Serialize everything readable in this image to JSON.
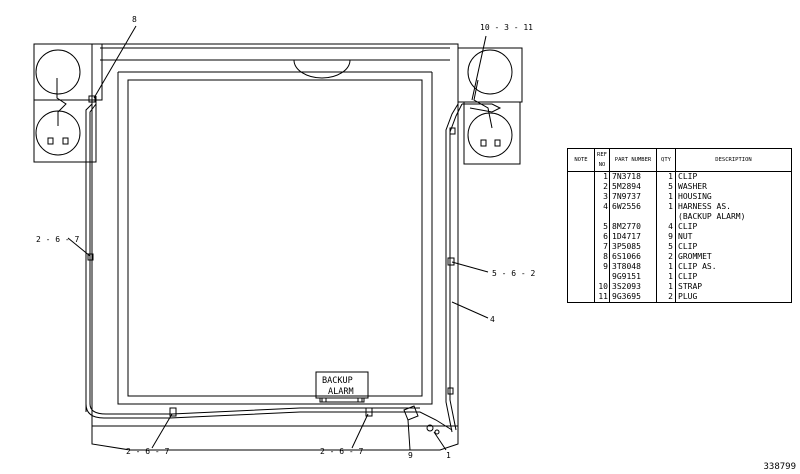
{
  "callouts": {
    "top_left": "8",
    "top_right": "10 - 3 - 11",
    "left_middle": "2 - 6 - 7",
    "right_middle": "5 - 6 - 2",
    "right_lower": "4",
    "bottom_left": "2 - 6 - 7",
    "bottom_center": "2 - 6 - 7",
    "bottom_9": "9",
    "bottom_1": "1"
  },
  "alarm_label": [
    "BACKUP",
    "ALARM"
  ],
  "parts_table": {
    "headers": {
      "note": "NOTE",
      "ref_no": "REF NO",
      "part_number": "PART NUMBER",
      "qty": "QTY",
      "description": "DESCRIPTION"
    },
    "rows": [
      {
        "ref": "1",
        "part": "7N3718",
        "qty": "1",
        "desc": "CLIP"
      },
      {
        "ref": "2",
        "part": "5M2894",
        "qty": "5",
        "desc": "WASHER"
      },
      {
        "ref": "3",
        "part": "7N9737",
        "qty": "1",
        "desc": "HOUSING"
      },
      {
        "ref": "4",
        "part": "6W2556",
        "qty": "1",
        "desc": "HARNESS AS."
      },
      {
        "ref": "",
        "part": "",
        "qty": "",
        "desc": "(BACKUP ALARM)"
      },
      {
        "ref": "5",
        "part": "8M2770",
        "qty": "4",
        "desc": "CLIP"
      },
      {
        "ref": "6",
        "part": "1D4717",
        "qty": "9",
        "desc": "NUT"
      },
      {
        "ref": "7",
        "part": "3P5085",
        "qty": "5",
        "desc": "CLIP"
      },
      {
        "ref": "8",
        "part": "6S1066",
        "qty": "2",
        "desc": "GROMMET"
      },
      {
        "ref": "9",
        "part": "3T8048",
        "qty": "1",
        "desc": "CLIP AS."
      },
      {
        "ref": "",
        "part": "9G9151",
        "qty": "1",
        "desc": "CLIP"
      },
      {
        "ref": "10",
        "part": "3S2093",
        "qty": "1",
        "desc": "STRAP"
      },
      {
        "ref": "11",
        "part": "9G3695",
        "qty": "2",
        "desc": "PLUG"
      }
    ]
  },
  "drawing_number": "338799"
}
